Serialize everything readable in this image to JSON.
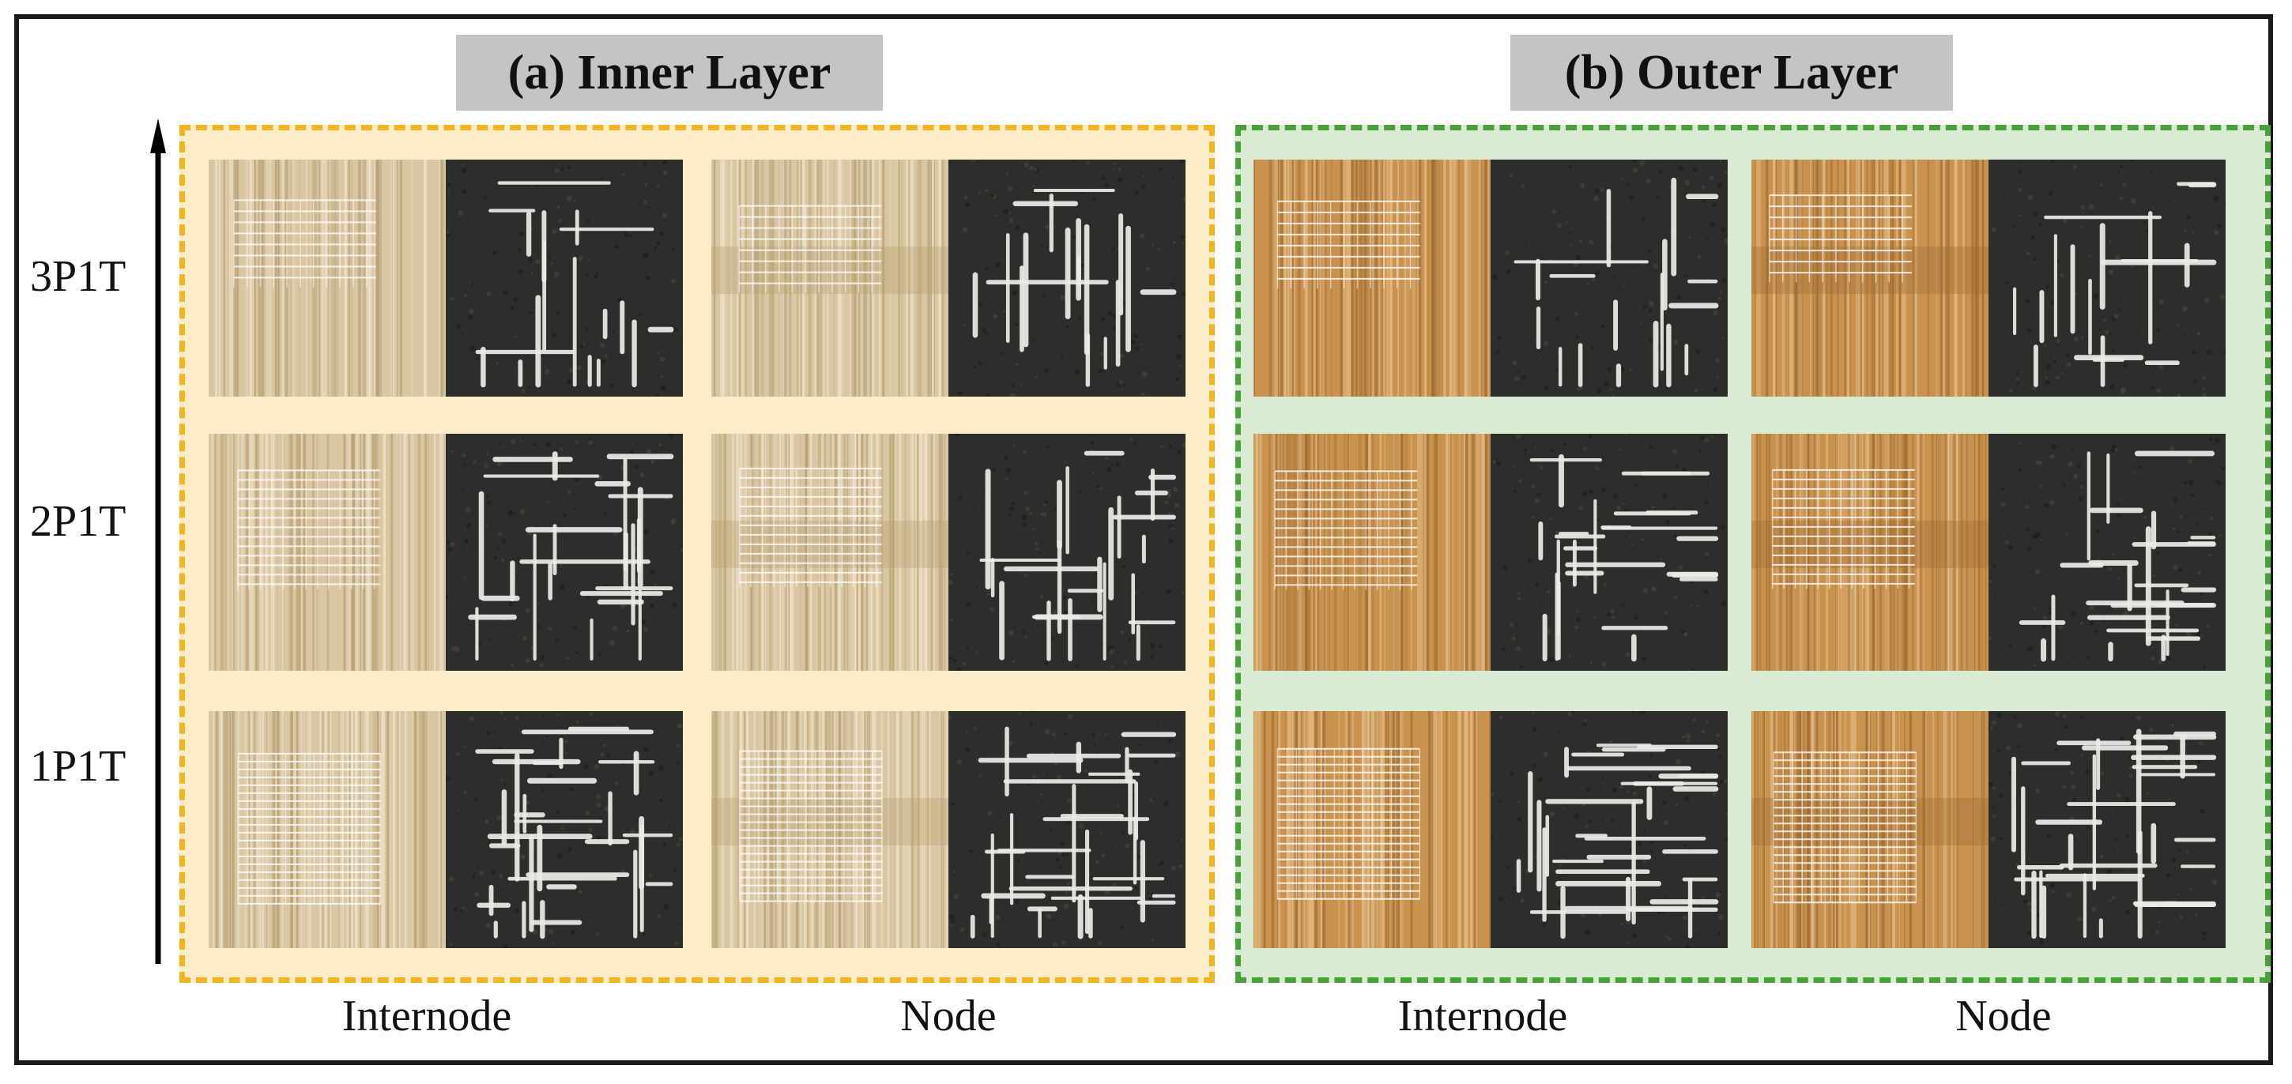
{
  "figure": {
    "panels": [
      {
        "id": "inner",
        "title": "(a) Inner Layer",
        "border_color": "#f2b51f",
        "fill_color": "#fdecc8"
      },
      {
        "id": "outer",
        "title": "(b) Outer Layer",
        "border_color": "#48a138",
        "fill_color": "#d9ebd3"
      }
    ],
    "row_labels": [
      "3P1T",
      "2P1T",
      "1P1T"
    ],
    "column_labels": [
      "Internode",
      "Node",
      "Internode",
      "Node"
    ],
    "arrow_icon": "up-arrow-icon"
  }
}
